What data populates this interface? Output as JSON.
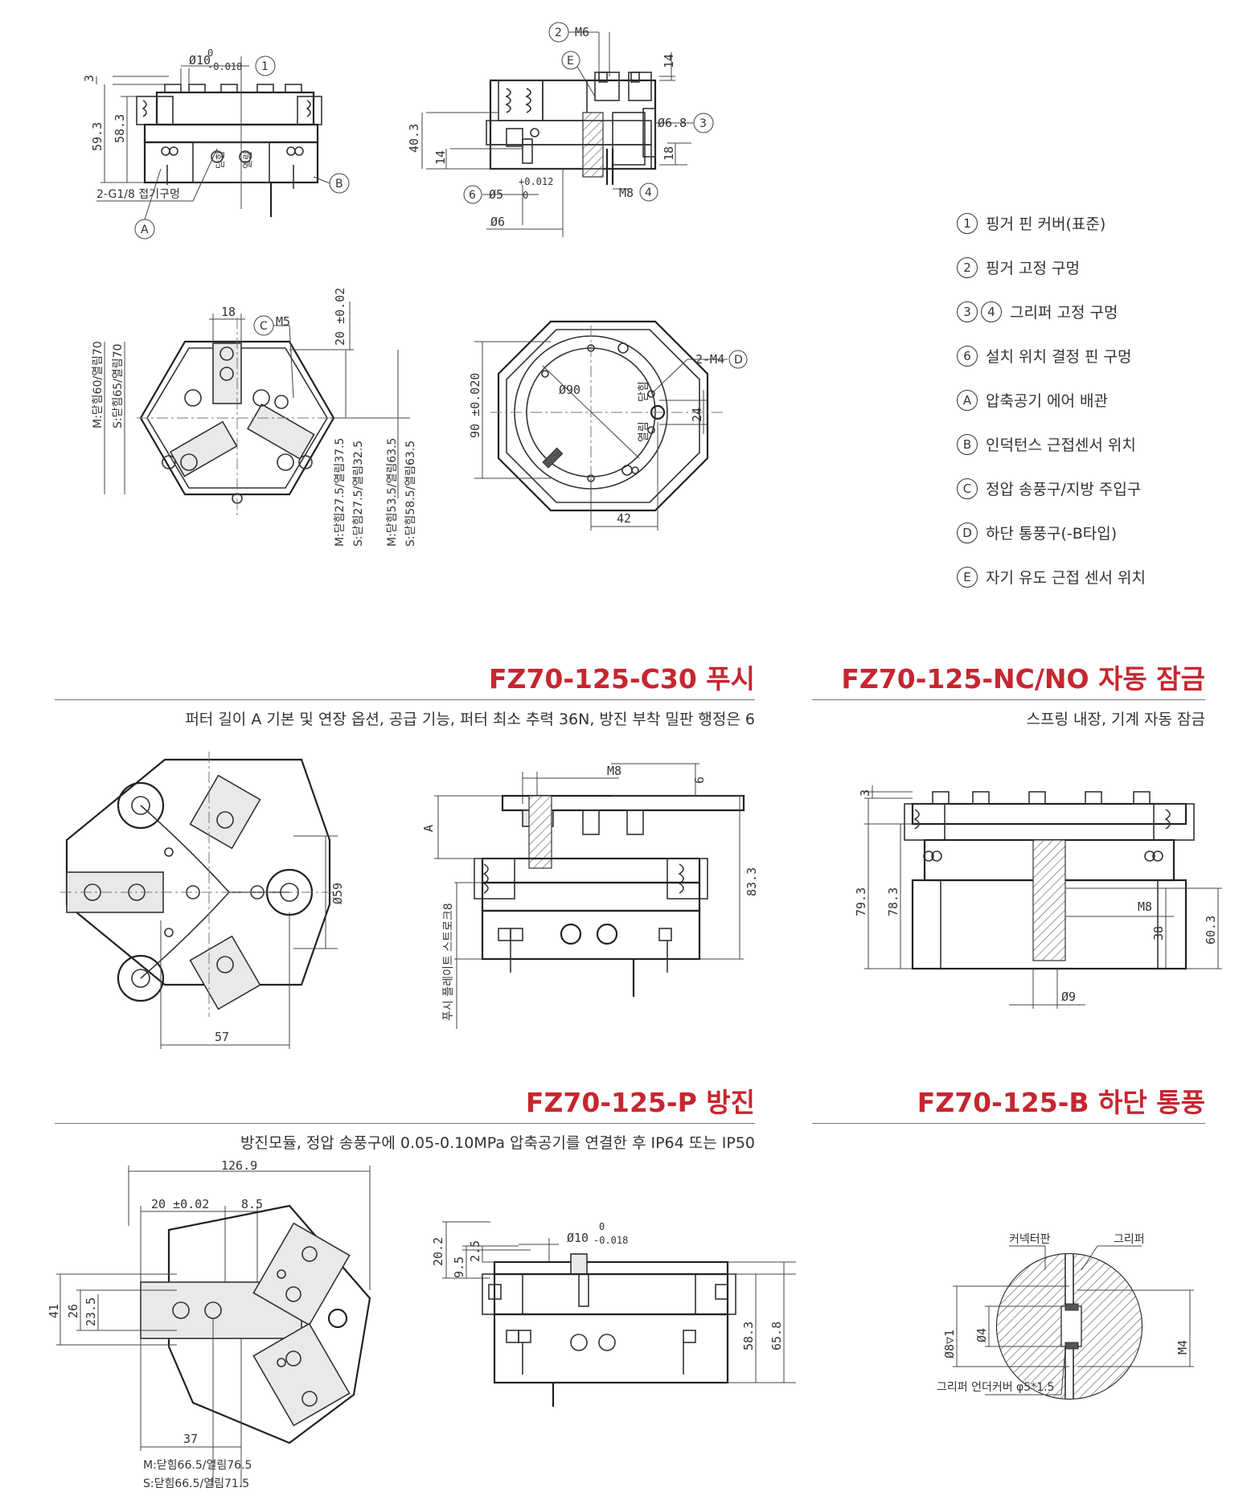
{
  "legend": {
    "items": [
      {
        "marks": [
          "1"
        ],
        "label": "핑거 핀 커버(표준)"
      },
      {
        "marks": [
          "2"
        ],
        "label": "핑거 고정 구멍"
      },
      {
        "marks": [
          "3",
          "4"
        ],
        "label": "그리퍼 고정 구멍"
      },
      {
        "marks": [
          "6"
        ],
        "label": "설치 위치 결정 핀 구멍"
      },
      {
        "marks": [
          "A"
        ],
        "label": "압축공기 에어 배관"
      },
      {
        "marks": [
          "B"
        ],
        "label": "인덕턴스 근접센서 위치"
      },
      {
        "marks": [
          "C"
        ],
        "label": "정압 송풍구/지방 주입구"
      },
      {
        "marks": [
          "D"
        ],
        "label": "하단 통풍구(-B타입)"
      },
      {
        "marks": [
          "E"
        ],
        "label": "자기 유도 근접 센서 위치"
      }
    ]
  },
  "sections": {
    "c30": {
      "title": "FZ70-125-C30 푸시",
      "desc": "퍼터 길이 A 기본 및 연장 옵션, 공급 기능, 퍼터 최소 추력 36N, 방진 부착 밀판 행정은 6"
    },
    "ncno": {
      "title": "FZ70-125-NC/NO 자동 잠금",
      "desc": "스프링 내장, 기계 자동 잠금"
    },
    "p": {
      "title": "FZ70-125-P 방진",
      "desc": "방진모듈, 정압 송풍구에 0.05-0.10MPa 압축공기를 연결한 후 IP64 또는 IP50"
    },
    "b": {
      "title": "FZ70-125-B 하단 통풍",
      "desc": ""
    }
  },
  "dims": {
    "v1": {
      "d3": "3",
      "d593": "59.3",
      "d583": "58.3",
      "phi10": "Ø10",
      "tol_up": "0",
      "tol_dn": "-0.018",
      "m1": "1",
      "port": "2-G1/8 접기구멍",
      "mA": "A",
      "mB": "B",
      "close": "닫힘",
      "open": "열림"
    },
    "v2": {
      "m2": "2",
      "m6": "M6",
      "mE": "E",
      "d14a": "14",
      "d403": "40.3",
      "d14b": "14",
      "phi68": "Ø6.8",
      "m3": "3",
      "d18": "18",
      "m6c": "6",
      "phi5": "Ø5",
      "tolp": "+0.012",
      "tol0": "0",
      "m8": "M8",
      "m4": "4",
      "phi6": "Ø6"
    },
    "v3": {
      "d18": "18",
      "mC": "C",
      "m5": "M5",
      "d20": "20 ±0.02",
      "mtxt1": "M:닫힘60/열림70",
      "stxt1": "S:닫힘65/열림70",
      "mtxt2": "M:닫힘27.5/열림37.5",
      "stxt2": "S:닫힘27.5/열림32.5",
      "mtxt3": "M:닫힘53.5/열림63.5",
      "stxt3": "S:닫힘58.5/열림63.5"
    },
    "v4": {
      "d90": "90 ±0.020",
      "phi90": "Ø90",
      "m4d": "2-M4",
      "mD": "D",
      "close": "닫힘",
      "open": "열림",
      "d24": "24",
      "d42": "42"
    },
    "v5": {
      "d57": "57",
      "phi59": "Ø59"
    },
    "v6": {
      "m8": "M8",
      "d6": "6",
      "dA": "A",
      "stroke": "푸시 플레이트 스트로크8",
      "d833": "83.3"
    },
    "v7": {
      "d3": "3",
      "d793": "79.3",
      "d783": "78.3",
      "m8": "M8",
      "d38": "38",
      "d603": "60.3",
      "phi9": "Ø9"
    },
    "v8": {
      "d1269": "126.9",
      "d20": "20 ±0.02",
      "d85": "8.5",
      "d41": "41",
      "d26": "26",
      "d235": "23.5",
      "d37": "37",
      "mtxt": "M:닫힘66.5/열림76.5",
      "stxt": "S:닫힘66.5/열림71.5"
    },
    "v9": {
      "d202": "20.2",
      "d95": "9.5",
      "d25": "2.5",
      "phi10": "Ø10",
      "tol_up": "0",
      "tol_dn": "-0.018",
      "d583": "58.3",
      "d658": "65.8"
    },
    "v10": {
      "conn": "커넥터판",
      "grip": "그리퍼",
      "phi8": "Ø8▽1",
      "phi4": "Ø4",
      "m4": "M4",
      "cover": "그리퍼 언더커버 φ5*1.5"
    }
  }
}
